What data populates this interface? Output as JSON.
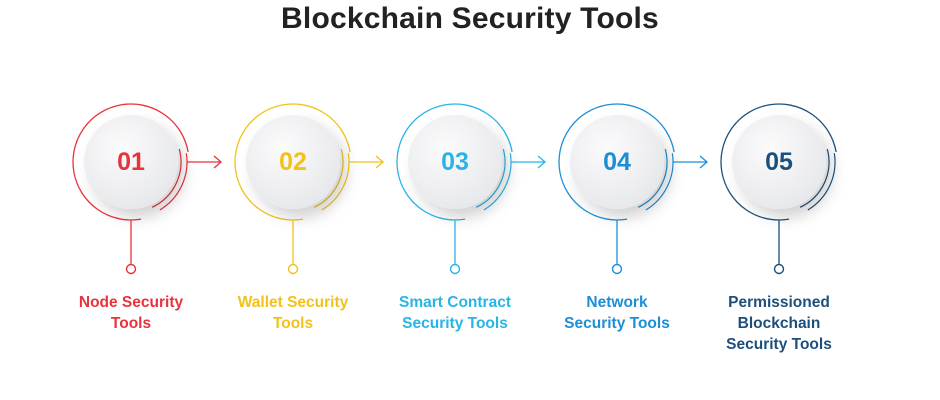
{
  "title": "Blockchain Security Tools",
  "steps": [
    {
      "number": "01",
      "label": "Node Security\nTools",
      "color": "#e8323c"
    },
    {
      "number": "02",
      "label": "Wallet Security\nTools",
      "color": "#f2c21b"
    },
    {
      "number": "03",
      "label": "Smart Contract\nSecurity Tools",
      "color": "#29b4e6"
    },
    {
      "number": "04",
      "label": "Network\nSecurity Tools",
      "color": "#1d8ed6"
    },
    {
      "number": "05",
      "label": "Permissioned\nBlockchain\nSecurity Tools",
      "color": "#1d4f7c"
    }
  ]
}
